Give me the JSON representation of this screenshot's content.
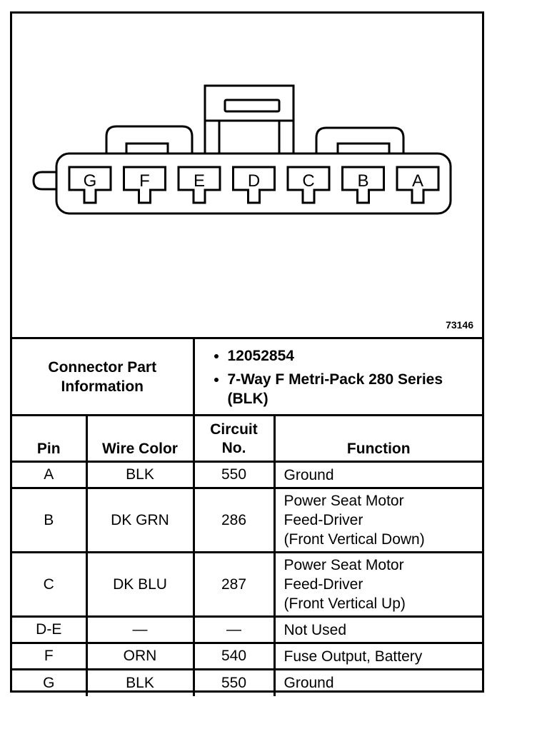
{
  "diagram": {
    "figure_number": "73146",
    "pins": [
      "G",
      "F",
      "E",
      "D",
      "C",
      "B",
      "A"
    ]
  },
  "connector_info": {
    "label_line1": "Connector Part",
    "label_line2": "Information",
    "items": [
      "12052854",
      "7-Way F Metri-Pack 280 Series (BLK)"
    ]
  },
  "table": {
    "headers": {
      "pin": "Pin",
      "wire_color": "Wire Color",
      "circuit_line1": "Circuit",
      "circuit_line2": "No.",
      "function": "Function"
    },
    "rows": [
      {
        "pin": "A",
        "wire_color": "BLK",
        "circuit": "550",
        "function": [
          "Ground"
        ]
      },
      {
        "pin": "B",
        "wire_color": "DK GRN",
        "circuit": "286",
        "function": [
          "Power Seat Motor",
          "Feed-Driver",
          "(Front Vertical Down)"
        ]
      },
      {
        "pin": "C",
        "wire_color": "DK BLU",
        "circuit": "287",
        "function": [
          "Power Seat Motor",
          "Feed-Driver",
          "(Front Vertical Up)"
        ]
      },
      {
        "pin": "D-E",
        "wire_color": "—",
        "circuit": "—",
        "function": [
          "Not Used"
        ]
      },
      {
        "pin": "F",
        "wire_color": "ORN",
        "circuit": "540",
        "function": [
          "Fuse Output, Battery"
        ]
      },
      {
        "pin": "G",
        "wire_color": "BLK",
        "circuit": "550",
        "function": [
          "Ground"
        ]
      }
    ]
  }
}
